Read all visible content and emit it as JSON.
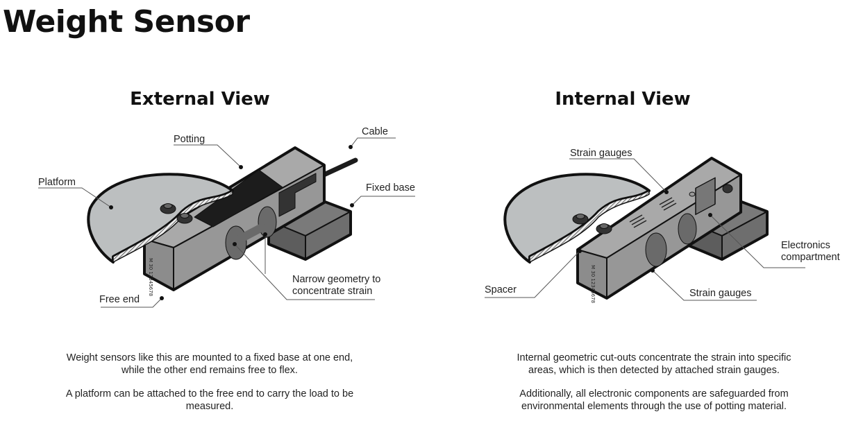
{
  "title": "Weight Sensor",
  "external": {
    "heading": "External View",
    "labels": {
      "potting": "Potting",
      "cable": "Cable",
      "platform": "Platform",
      "fixed_base": "Fixed base",
      "free_end": "Free end",
      "narrow_1": "Narrow geometry to",
      "narrow_2": "concentrate strain"
    },
    "paragraphs": [
      "Weight sensors like this are mounted to a fixed base at one end, while the other end remains free to flex.",
      "A platform can be attached to the free end to carry the load to be measured."
    ]
  },
  "internal": {
    "heading": "Internal  View",
    "labels": {
      "strain_top": "Strain gauges",
      "electronics_1": "Electronics",
      "electronics_2": "compartment",
      "strain_bottom": "Strain gauges",
      "spacer": "Spacer"
    },
    "paragraphs": [
      "Internal geometric cut-outs concentrate the strain into specific areas, which is then detected by attached strain gauges.",
      "Additionally, all electronic components are safeguarded from environmental elements through the use of potting material."
    ]
  },
  "colors": {
    "body": "#8e8e8e",
    "body_top": "#a9a9a9",
    "platform": "#b9bcbd",
    "potting": "#1c1c1c",
    "outline": "#111111"
  }
}
